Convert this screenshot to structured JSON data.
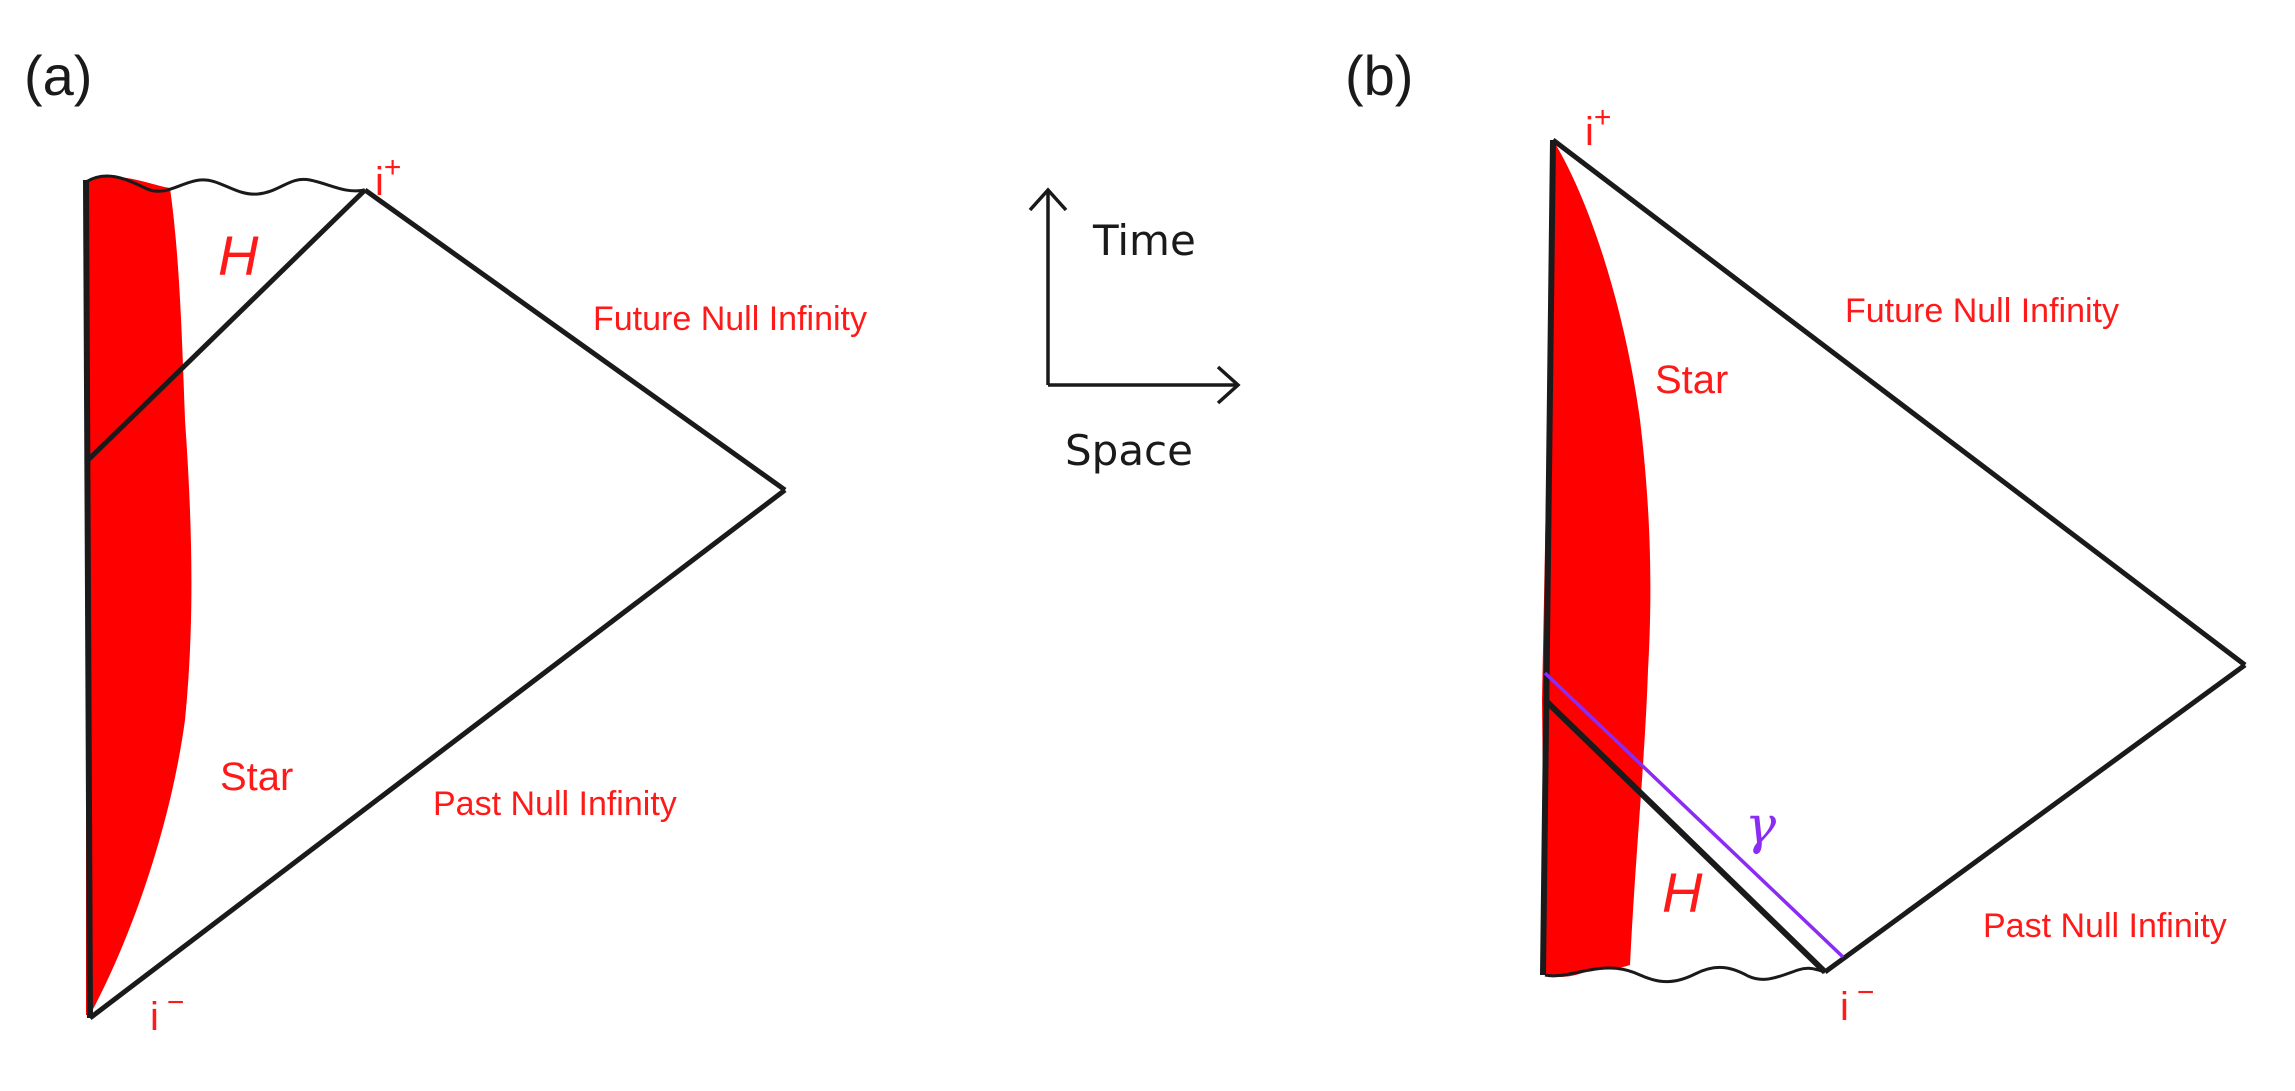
{
  "colors": {
    "star": "#ff0000",
    "text_red": "#ff1a1a",
    "line": "#1a1a1a",
    "gamma": "#8b2cf5"
  },
  "panel_a": {
    "label": "(a)",
    "horizon_label": "H",
    "star_label": "Star",
    "future_null_label": "Future Null Infinity",
    "past_null_label": "Past Null Infinity",
    "future_timelike": {
      "base": "i",
      "sup": "+"
    },
    "past_timelike": {
      "base": "i",
      "sup": "−"
    }
  },
  "panel_b": {
    "label": "(b)",
    "horizon_label": "H",
    "gamma_label": "γ",
    "star_label": "Star",
    "future_null_label": "Future Null Infinity",
    "past_null_label": "Past Null Infinity",
    "future_timelike": {
      "base": "i",
      "sup": "+"
    },
    "past_timelike": {
      "base": "i",
      "sup": "−"
    }
  },
  "axes": {
    "time_label": "Time",
    "space_label": "Space"
  }
}
